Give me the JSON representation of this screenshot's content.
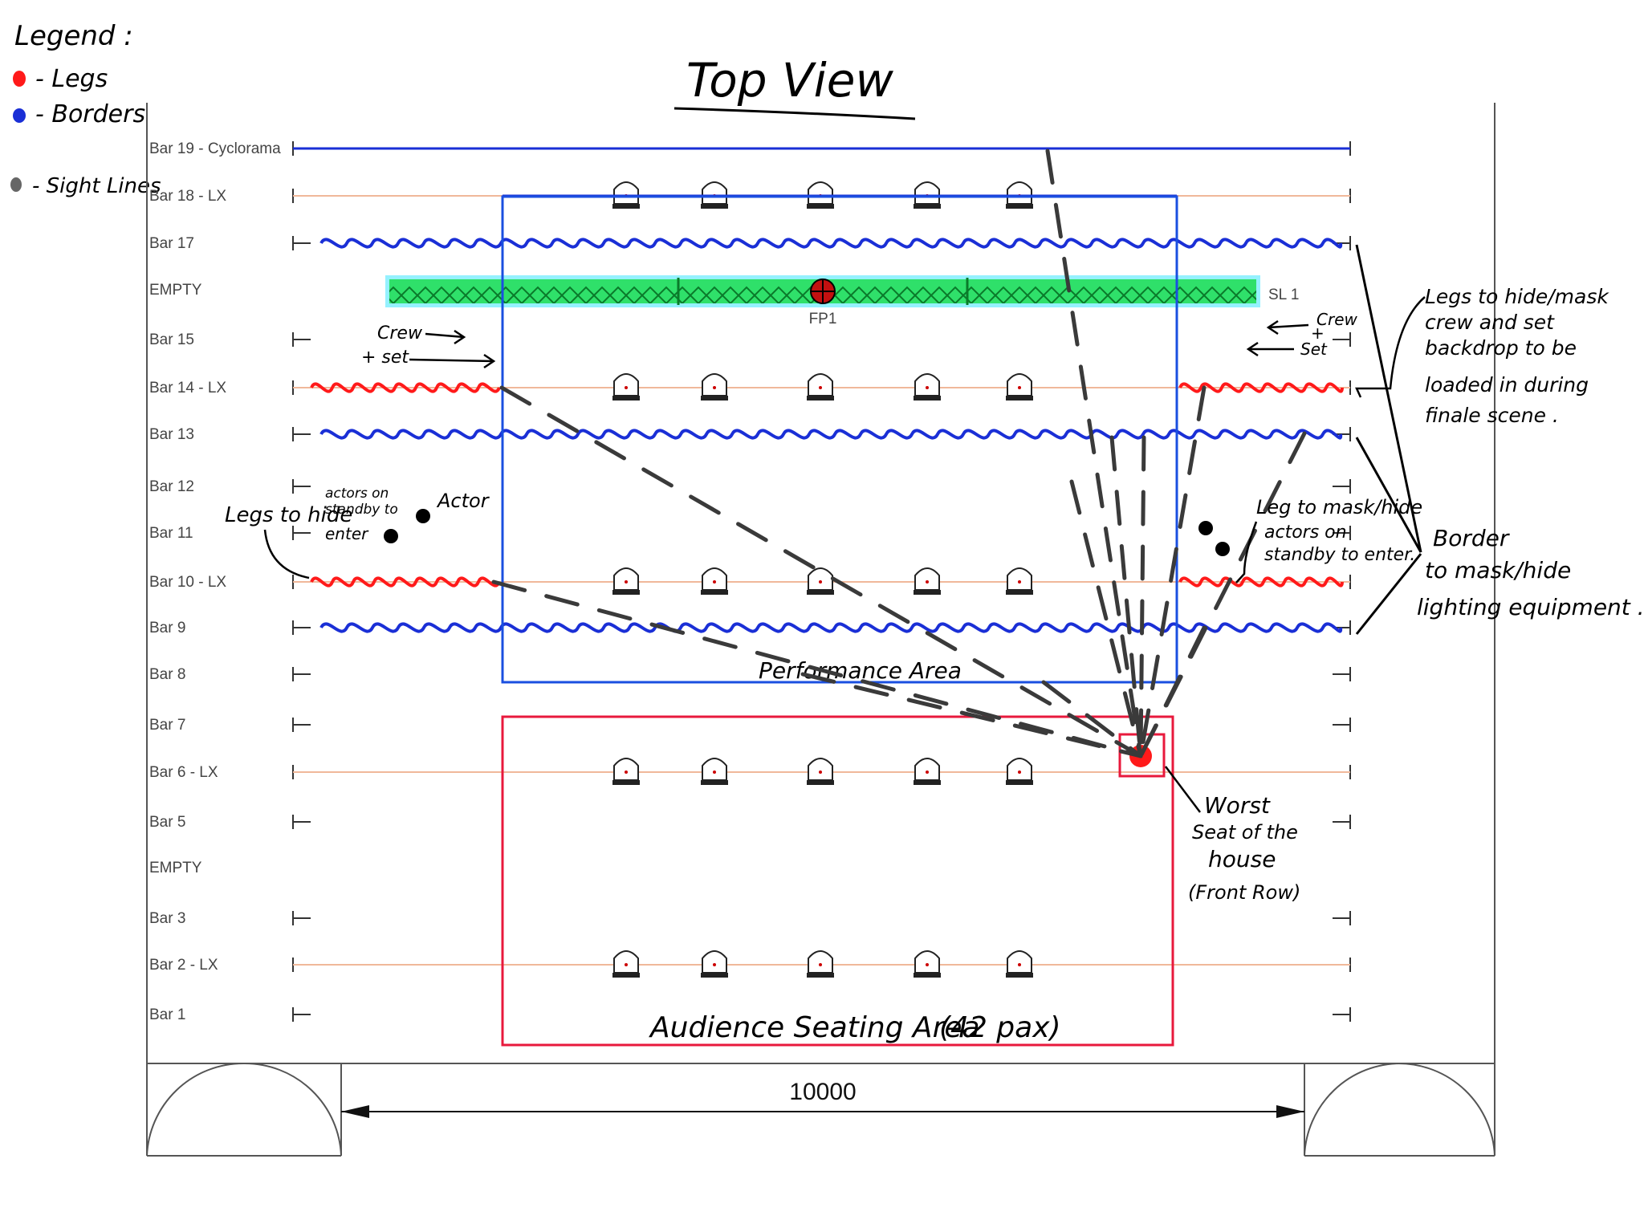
{
  "title": "Top View",
  "legend": {
    "heading": "Legend :",
    "items": [
      {
        "label": "- Legs",
        "color": "#ff1a1a"
      },
      {
        "label": "- Borders",
        "color": "#1a2fd6"
      },
      {
        "label": "- Sight Lines",
        "color": "#666666"
      }
    ]
  },
  "bars": [
    {
      "label": "Bar 19 - Cyclorama",
      "kind": "cyclorama"
    },
    {
      "label": "Bar 18 - LX",
      "kind": "lx"
    },
    {
      "label": "Bar 17",
      "kind": "border"
    },
    {
      "label": "EMPTY",
      "kind": "empty"
    },
    {
      "label": "Bar 15",
      "kind": "plain"
    },
    {
      "label": "Bar 14 - LX",
      "kind": "lx"
    },
    {
      "label": "Bar 13",
      "kind": "border"
    },
    {
      "label": "Bar 12",
      "kind": "plain"
    },
    {
      "label": "Bar 11",
      "kind": "plain"
    },
    {
      "label": "Bar 10 - LX",
      "kind": "lx"
    },
    {
      "label": "Bar 9",
      "kind": "border"
    },
    {
      "label": "Bar 8",
      "kind": "plain"
    },
    {
      "label": "Bar 7",
      "kind": "plain"
    },
    {
      "label": "Bar 6 - LX",
      "kind": "lx"
    },
    {
      "label": "Bar 5",
      "kind": "plain"
    },
    {
      "label": "EMPTY",
      "kind": "empty"
    },
    {
      "label": "Bar 3",
      "kind": "plain"
    },
    {
      "label": "Bar 2 - LX",
      "kind": "lx"
    },
    {
      "label": "Bar 1",
      "kind": "plain"
    }
  ],
  "truss": {
    "left_label": "FP1",
    "right_label": "SL 1"
  },
  "areas": {
    "performance": "Performance Area",
    "audience": "Audience Seating Area",
    "audience_count": "(42 pax)"
  },
  "dimension": "10000",
  "annotations": {
    "crew_set_left": [
      "Crew",
      "+ set"
    ],
    "crew_set_right": [
      "Crew",
      "+",
      "Set"
    ],
    "legs_backdrop": [
      "Legs to hide/mask",
      "crew and set",
      "backdrop to be",
      "loaded in during",
      "finale scene ."
    ],
    "border_mask": [
      "Border",
      "to mask/hide",
      "lighting equipment ."
    ],
    "legs_left": [
      "Legs to hide",
      "actors on",
      "standby to",
      "enter"
    ],
    "actor": "Actor",
    "legs_right": [
      "Leg to mask/hide",
      "actors on",
      "standby to enter."
    ],
    "worst_seat": [
      "Worst",
      "Seat of the",
      "house",
      "(Front Row)"
    ]
  },
  "colors": {
    "legs": "#ff1a1a",
    "borders": "#1a2fd6",
    "performance_area": "#1a4fe0",
    "audience_area": "#e8193c",
    "sight_lines": "#3a3a3a",
    "lx_bar": "#f0b89a",
    "truss_fill": "#28e060",
    "truss_glow": "#4fe8ff"
  }
}
